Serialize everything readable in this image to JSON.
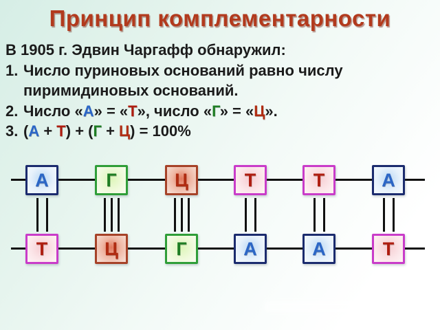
{
  "slide": {
    "title": "Принцип комплементарности",
    "intro": "В 1905 г. Эдвин Чаргафф обнаружил:",
    "list": {
      "item1": {
        "number": "1.",
        "text": "Число пуриновых оснований равно числу пиримидиновых оснований."
      },
      "item2": {
        "number": "2.",
        "seg1": "Число «",
        "base_a": "А",
        "seg2": "» = «",
        "base_t": "Т",
        "seg3": "», число «",
        "base_g": "Г",
        "seg4": "» = «",
        "base_c": "Ц",
        "seg5": "»."
      },
      "item3": {
        "number": "3.",
        "seg1": "(",
        "base_a": "А",
        "seg2": " + ",
        "base_t": "Т",
        "seg3": ") + (",
        "base_g": "Г",
        "seg4": " + ",
        "base_c": "Ц",
        "seg5": ") = 100%"
      }
    }
  },
  "diagram": {
    "description": "DNA complementarity: two strands with hydrogen bonds",
    "pairs": [
      {
        "top": {
          "letter": "А",
          "type": "a"
        },
        "bottom": {
          "letter": "Т",
          "type": "t"
        },
        "bonds": 2
      },
      {
        "top": {
          "letter": "Г",
          "type": "g"
        },
        "bottom": {
          "letter": "Ц",
          "type": "c"
        },
        "bonds": 3
      },
      {
        "top": {
          "letter": "Ц",
          "type": "c"
        },
        "bottom": {
          "letter": "Г",
          "type": "g"
        },
        "bonds": 3
      },
      {
        "top": {
          "letter": "Т",
          "type": "t"
        },
        "bottom": {
          "letter": "А",
          "type": "a"
        },
        "bonds": 2
      },
      {
        "top": {
          "letter": "Т",
          "type": "t"
        },
        "bottom": {
          "letter": "А",
          "type": "a"
        },
        "bonds": 2
      },
      {
        "top": {
          "letter": "А",
          "type": "a"
        },
        "bottom": {
          "letter": "Т",
          "type": "t"
        },
        "bonds": 2
      }
    ]
  },
  "colors": {
    "background_top_left": "#d6eee6",
    "background_bottom_right": "#ffffff",
    "title": "#b23a1d",
    "body_text": "#1b1b1b",
    "adenine_letter": "#2b66c6",
    "adenine_border": "#1b2b6e",
    "guanine_letter": "#1e7d23",
    "guanine_border": "#2f9e38",
    "cytosine_letter": "#b02c12",
    "cytosine_border": "#a64228",
    "thymine_letter": "#ae1d10",
    "thymine_border": "#c93cc9",
    "bond_line": "#101010"
  }
}
